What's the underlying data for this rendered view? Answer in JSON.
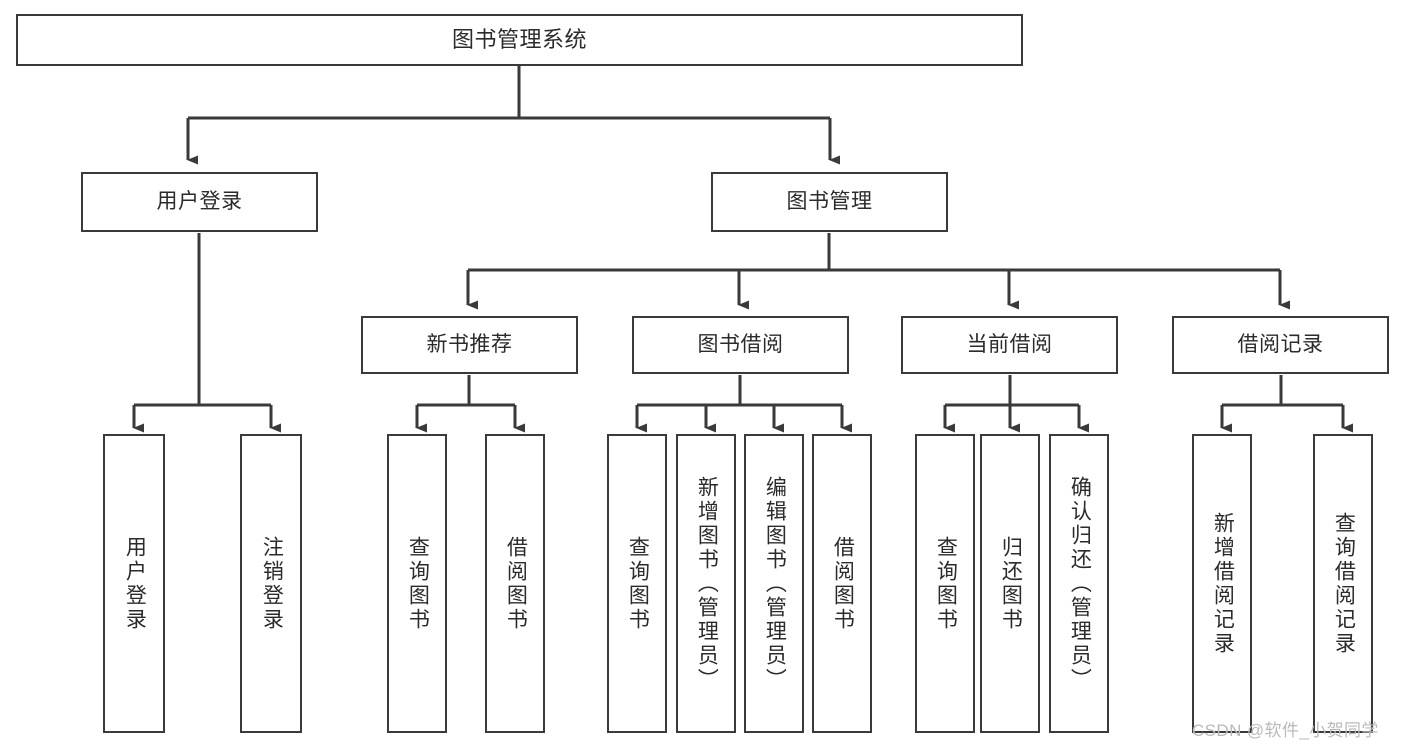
{
  "diagram": {
    "type": "tree",
    "title": "图书管理系统",
    "watermark": "CSDN @软件_小贺同学",
    "colors": {
      "box_border": "#3a3a3a",
      "box_fill": "#ffffff",
      "connector": "#3a3a3a",
      "text": "#2b2b2b",
      "watermark": "#b9b9b9"
    },
    "nodes": {
      "root": {
        "label": "图书管理系统"
      },
      "level2": [
        {
          "label": "用户登录"
        },
        {
          "label": "图书管理"
        }
      ],
      "level3": [
        {
          "label": "新书推荐"
        },
        {
          "label": "图书借阅"
        },
        {
          "label": "当前借阅"
        },
        {
          "label": "借阅记录"
        }
      ],
      "leaves_user_login": [
        {
          "label": "用户登录"
        },
        {
          "label": "注销登录"
        }
      ],
      "leaves_new_book": [
        {
          "label": "查询图书"
        },
        {
          "label": "借阅图书"
        }
      ],
      "leaves_borrow": [
        {
          "label": "查询图书"
        },
        {
          "label": "新增图书（管理员）"
        },
        {
          "label": "编辑图书（管理员）"
        },
        {
          "label": "借阅图书"
        }
      ],
      "leaves_current": [
        {
          "label": "查询图书"
        },
        {
          "label": "归还图书"
        },
        {
          "label": "确认归还（管理员）"
        }
      ],
      "leaves_records": [
        {
          "label": "新增借阅记录"
        },
        {
          "label": "查询借阅记录"
        }
      ]
    }
  }
}
